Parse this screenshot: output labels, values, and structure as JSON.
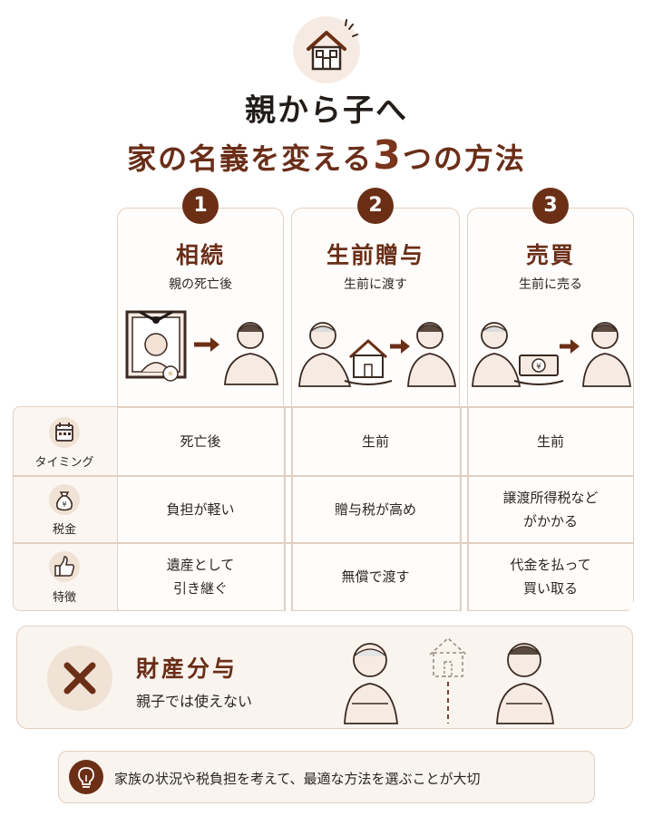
{
  "header": {
    "house_icon": "house-icon",
    "title_line1": "親から子へ",
    "title_line2_pre": "家の名義を変える",
    "title_line2_num": "3",
    "title_line2_post": "つの方法"
  },
  "methods": [
    {
      "number": "1",
      "title": "相続",
      "subtitle": "親の死亡後",
      "illustration": "funeral-portrait-to-child"
    },
    {
      "number": "2",
      "title": "生前贈与",
      "subtitle": "生前に渡す",
      "illustration": "parent-gives-house-to-child"
    },
    {
      "number": "3",
      "title": "売買",
      "subtitle": "生前に売る",
      "illustration": "parent-sells-to-child-for-money"
    }
  ],
  "rows": [
    {
      "label": "タイミング",
      "icon": "calendar-icon",
      "cells": [
        "死亡後",
        "生前",
        "生前"
      ]
    },
    {
      "label": "税金",
      "icon": "money-bag-icon",
      "cells": [
        "負担が軽い",
        "贈与税が高め",
        "譲渡所得税など\nがかかる"
      ]
    },
    {
      "label": "特徴",
      "icon": "thumbs-up-icon",
      "cells": [
        "遺産として\n引き継ぐ",
        "無償で渡す",
        "代金を払って\n買い取る"
      ]
    }
  ],
  "zaisan": {
    "icon": "x-mark-icon",
    "title": "財産分与",
    "subtitle": "親子では使えない"
  },
  "tip": {
    "icon": "lightbulb-icon",
    "text": "家族の状況や税負担を考えて、最適な方法を選ぶことが大切"
  },
  "colors": {
    "accent": "#6b2f16",
    "border": "#e3cfc0",
    "soft_bg": "#faf4ef"
  }
}
